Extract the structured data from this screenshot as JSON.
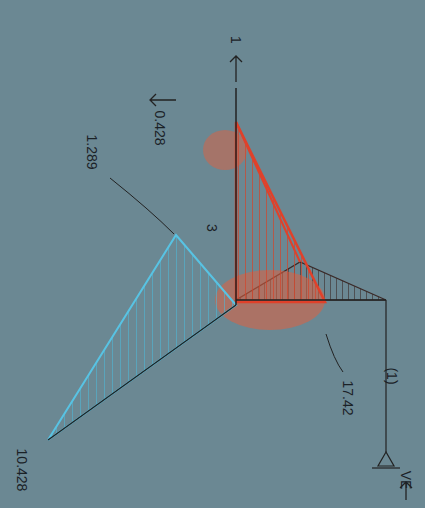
{
  "diagram": {
    "labels": [
      "1",
      "0.428",
      "3",
      "1.289",
      "10.428",
      "17.42",
      "(1)",
      "VE"
    ]
  }
}
